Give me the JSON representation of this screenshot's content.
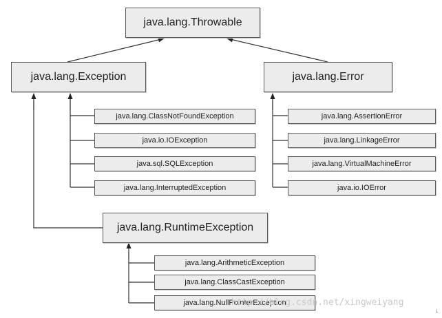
{
  "nodes": {
    "throwable": "java.lang.Throwable",
    "exception": "java.lang.Exception",
    "error": "java.lang.Error",
    "class_not_found": "java.lang.ClassNotFoundException",
    "io_exception": "java.io.IOException",
    "sql_exception": "java.sql.SQLException",
    "interrupted": "java.lang.InterruptedException",
    "assertion_error": "java.lang.AssertionError",
    "linkage_error": "java.lang.LinkageError",
    "vm_error": "java.lang.VirtualMachineError",
    "io_error": "java.io.IOError",
    "runtime_exception": "java.lang.RuntimeException",
    "arithmetic": "java.lang.ArithmeticException",
    "class_cast": "java.lang.ClassCastException",
    "null_pointer": "java.lang.NullPointerException"
  },
  "watermark": "http://blog.csdn.net/xingweiyang"
}
